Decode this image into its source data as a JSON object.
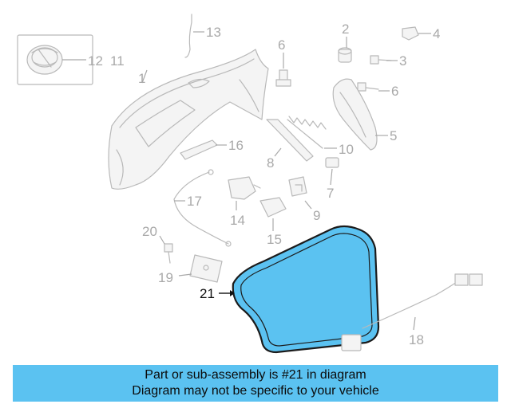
{
  "diagram": {
    "highlight_color": "#5bc2f1",
    "labels": {
      "p1": "1",
      "p2": "2",
      "p3": "3",
      "p4": "4",
      "p5": "5",
      "p6a": "6",
      "p6b": "6",
      "p7": "7",
      "p8": "8",
      "p9": "9",
      "p10": "10",
      "p11": "11",
      "p12": "12",
      "p13": "13",
      "p14": "14",
      "p15": "15",
      "p16": "16",
      "p17": "17",
      "p18": "18",
      "p19": "19",
      "p20": "20",
      "p21": "21"
    }
  },
  "banner": {
    "line1": "Part or sub-assembly is #21 in diagram",
    "line2": "Diagram may not be specific to your vehicle"
  }
}
